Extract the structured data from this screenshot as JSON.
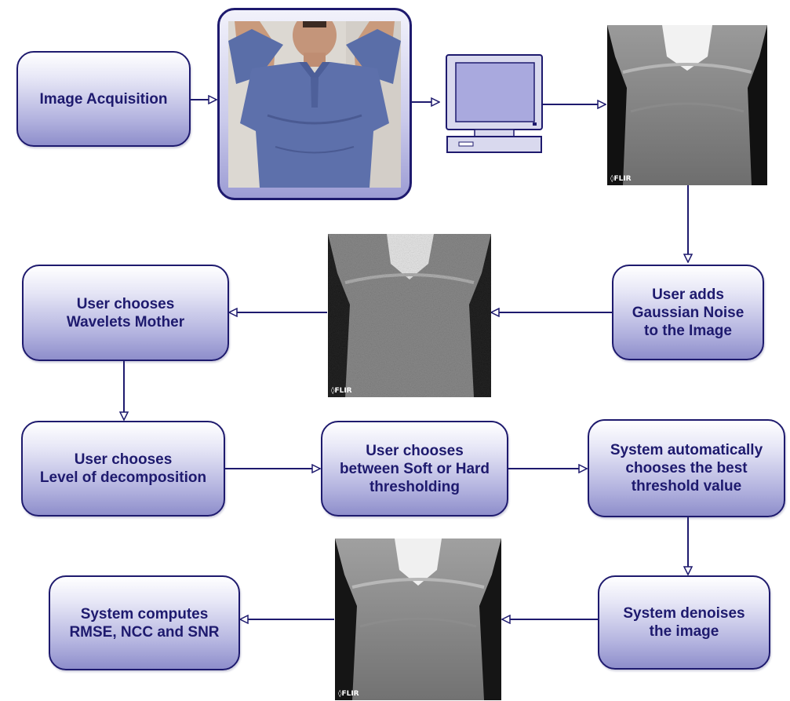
{
  "steps": {
    "image_acquisition": "Image Acquisition",
    "add_noise": [
      "User adds",
      "Gaussian Noise",
      "to the Image"
    ],
    "choose_wavelet": [
      "User chooses",
      "Wavelets Mother"
    ],
    "choose_level": [
      "User chooses",
      "Level of decomposition"
    ],
    "choose_threshold_type": [
      "User chooses",
      "between Soft or Hard",
      "thresholding"
    ],
    "auto_threshold": [
      "System automatically",
      "chooses the best",
      "threshold value"
    ],
    "denoise": [
      "System denoises",
      "the image"
    ],
    "compute_metrics": [
      "System computes",
      "RMSE, NCC and SNR"
    ]
  },
  "images": {
    "flir_logo": "◊FLIR"
  },
  "colors": {
    "box_border": "#1e1a6e",
    "box_text": "#1e1a6e",
    "arrow": "#1e1a6e"
  }
}
